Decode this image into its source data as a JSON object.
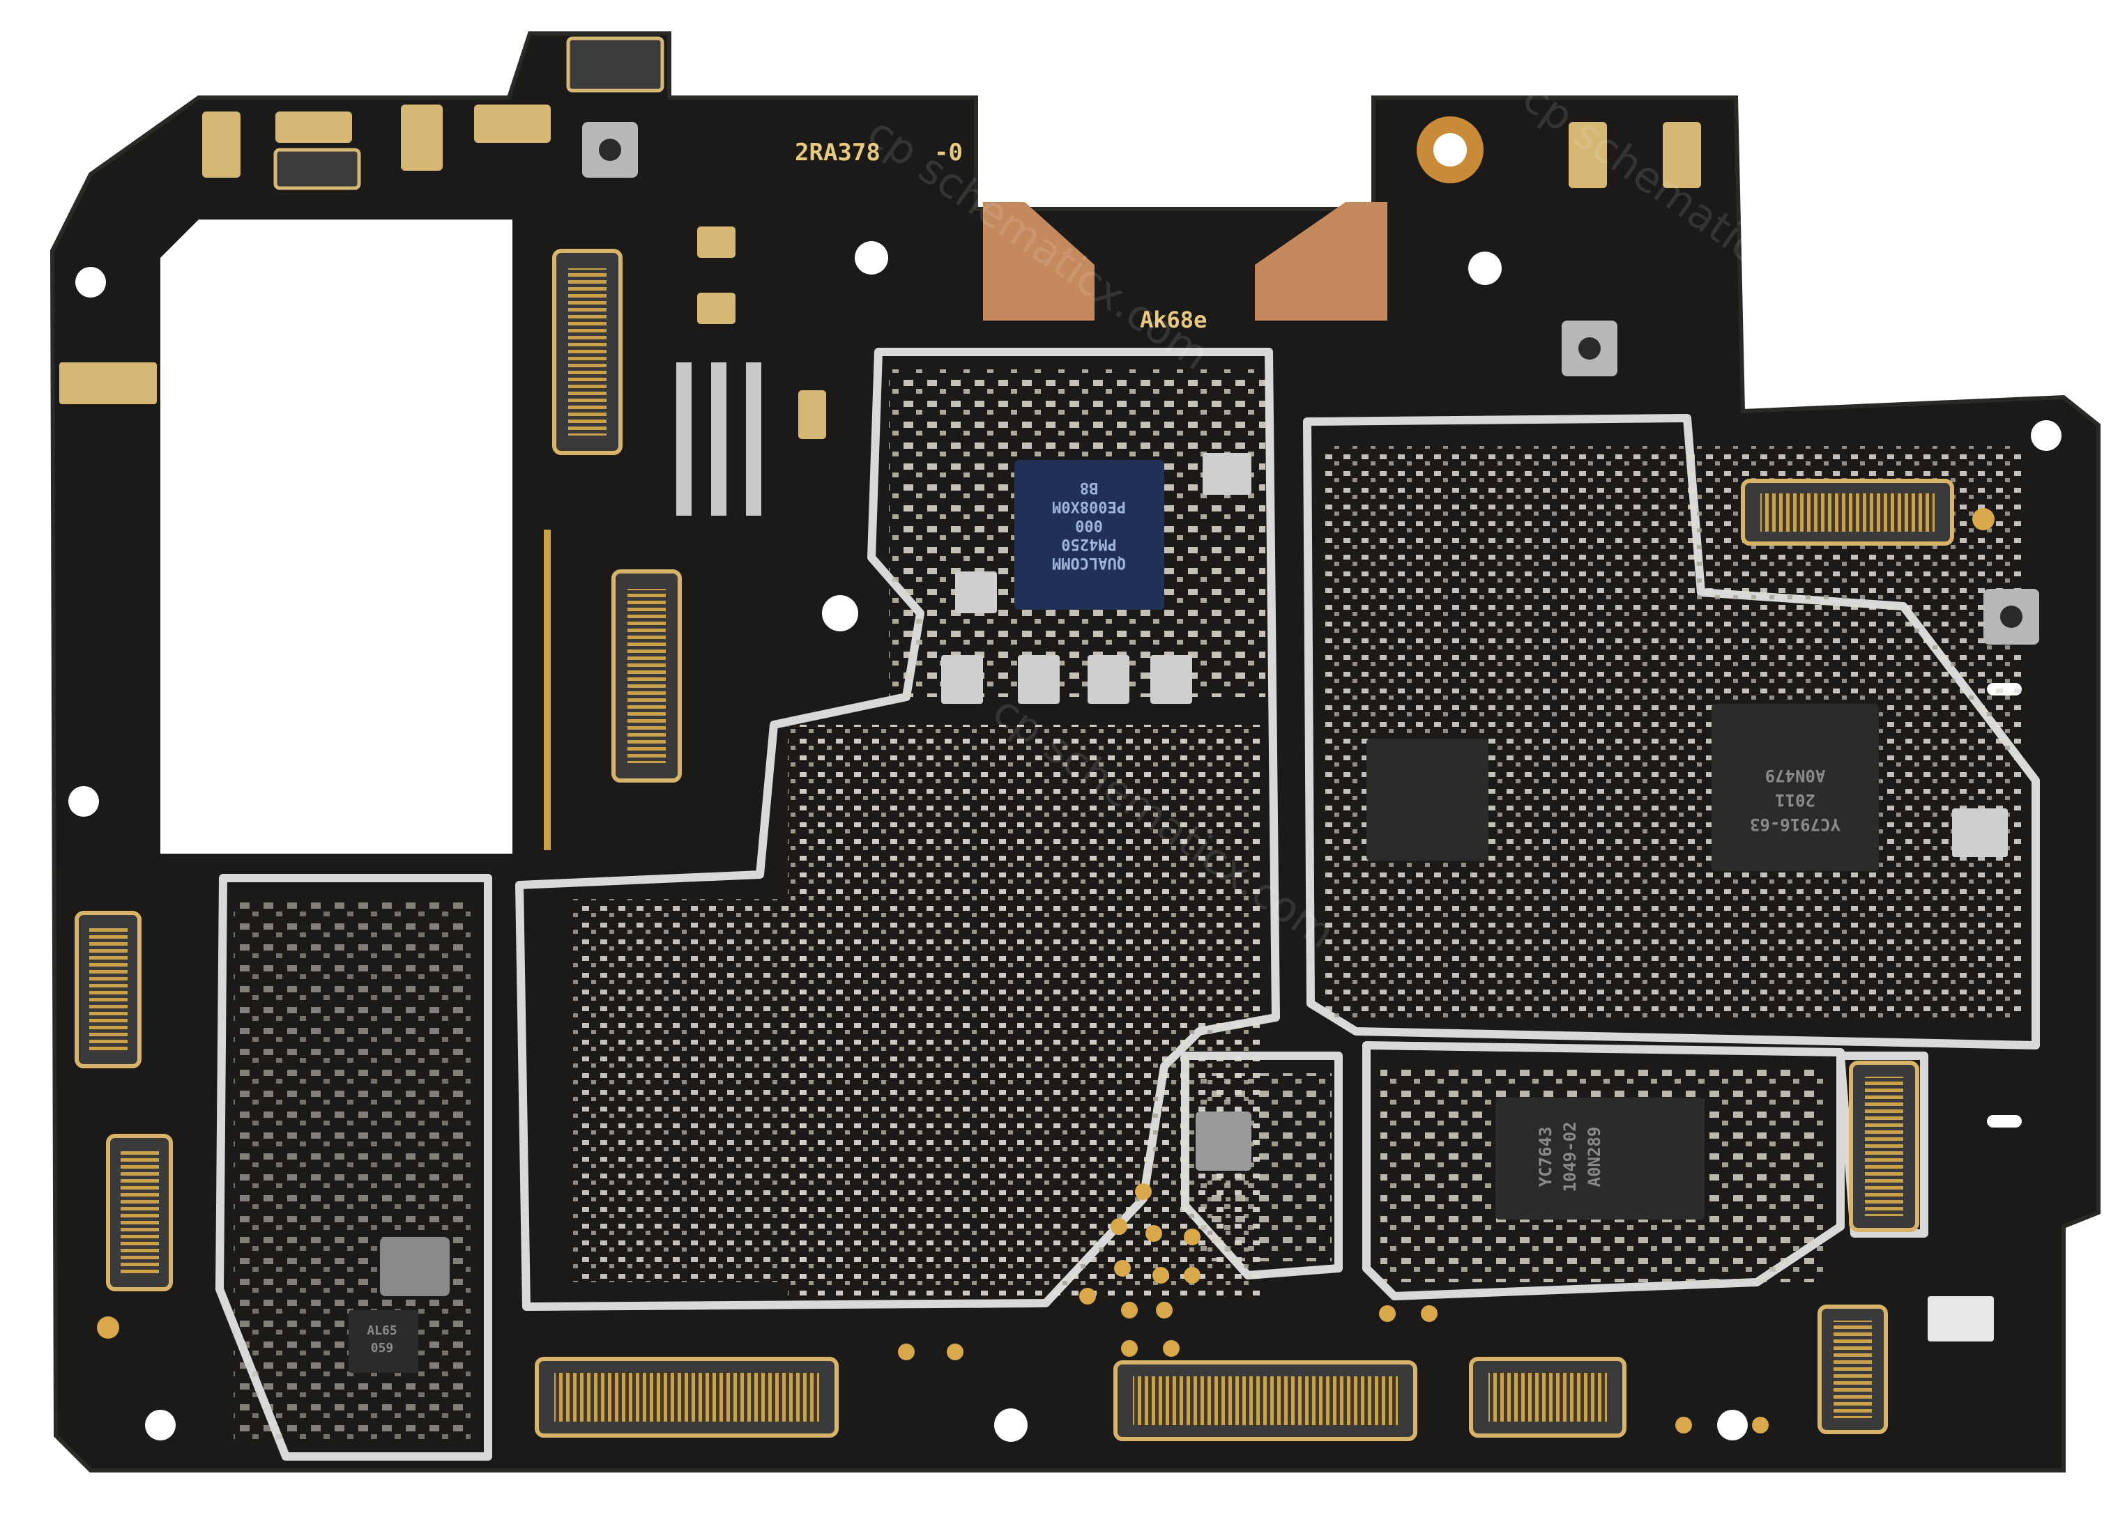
{
  "board": {
    "labels": {
      "top_left_code": "2RA378",
      "top_left_suffix": "-0",
      "center_code": "Ak68e"
    },
    "chips": {
      "pmic": {
        "line1": "QUALCOMM",
        "line2": "PM4250",
        "line3": "000",
        "line4": "PE008X0M",
        "line5": "B8"
      },
      "rf_right": {
        "line1": "YC7916-63",
        "line2": "2011",
        "line3": "A0N479"
      },
      "rf_bottom": {
        "line1": "YC7643",
        "line2": "1049-02",
        "line3": "A0N289"
      },
      "small_bottom_left": {
        "line1": "AL65",
        "line2": "059"
      }
    },
    "watermark": "cp schematicx.com",
    "colors": {
      "pcb": "#1b1a18",
      "shield_trace": "#d9d9d9",
      "gold": "#d9a84a",
      "chip_blue": "#1f3157",
      "chip_dark": "#2b2b2b"
    }
  }
}
